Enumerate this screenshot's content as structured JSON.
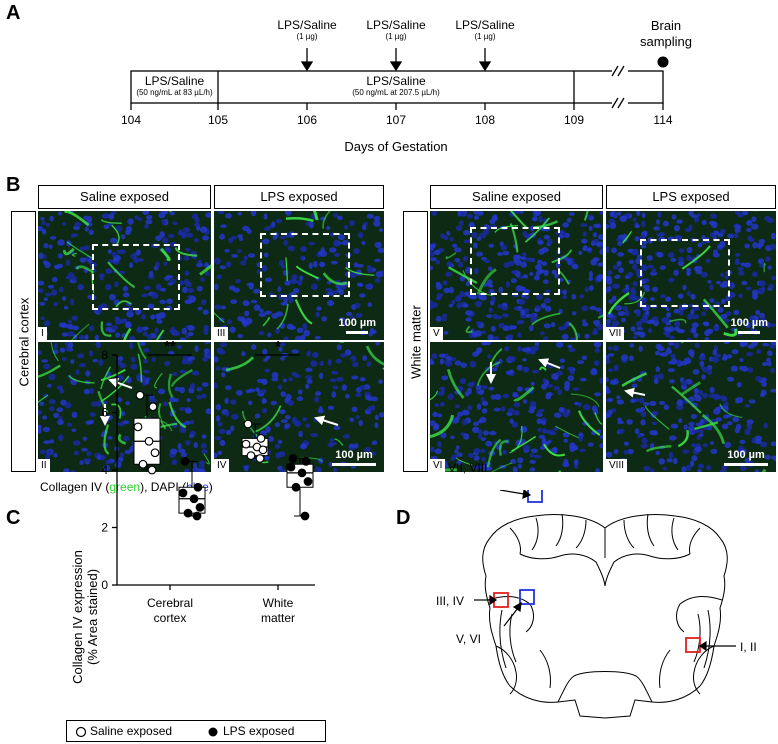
{
  "panel_a": {
    "label": "A",
    "injections": [
      {
        "label": "LPS/Saline",
        "dose": "(1 µg)"
      },
      {
        "label": "LPS/Saline",
        "dose": "(1 µg)"
      },
      {
        "label": "LPS/Saline",
        "dose": "(1 µg)"
      }
    ],
    "brain_label_1": "Brain",
    "brain_label_2": "sampling",
    "infusion_1": {
      "label": "LPS/Saline",
      "detail": "(50 ng/mL at 83 µL/h)"
    },
    "infusion_2": {
      "label": "LPS/Saline",
      "detail": "(50 ng/mL at 207.5 µL/h)"
    },
    "days": [
      "104",
      "105",
      "106",
      "107",
      "108",
      "109",
      "114"
    ],
    "axis_title": "Days of Gestation"
  },
  "panel_b": {
    "label": "B",
    "headers": [
      "Saline exposed",
      "LPS exposed",
      "Saline exposed",
      "LPS exposed"
    ],
    "region_cortex": "Cerebral cortex",
    "region_wm": "White matter",
    "panel_ids": [
      "I",
      "II",
      "III",
      "IV",
      "V",
      "VI",
      "VII",
      "VIII"
    ],
    "scale_text": "100 µm",
    "caption_pre": "Collagen IV (",
    "caption_green": "green",
    "caption_mid": "), DAPI (",
    "caption_blue": "blue",
    "caption_post": ")",
    "green_color": "#2bd12b",
    "blue_color": "#1f2bd8"
  },
  "panel_c": {
    "label": "C",
    "chart_data": {
      "type": "box",
      "ylabel_1": "Collagen IV expression",
      "ylabel_2": "(% Area stained)",
      "categories": [
        "Cerebral cortex",
        "White matter"
      ],
      "category_lines": [
        [
          "Cerebral",
          "cortex"
        ],
        [
          "White",
          "matter"
        ]
      ],
      "ylim": [
        0,
        8
      ],
      "yticks": [
        "0",
        "2",
        "4",
        "6",
        "8"
      ],
      "series": [
        {
          "name": "Saline exposed",
          "marker": "open-circle",
          "groups": [
            {
              "min": 4.0,
              "q1": 4.2,
              "median": 5.0,
              "q3": 5.8,
              "max": 6.6,
              "points": [
                6.6,
                6.2,
                5.5,
                5.0,
                4.6,
                4.2,
                4.0
              ]
            },
            {
              "min": 4.4,
              "q1": 4.5,
              "median": 4.8,
              "q3": 5.1,
              "max": 5.6,
              "points": [
                5.6,
                5.1,
                4.9,
                4.8,
                4.7,
                4.5,
                4.4
              ]
            }
          ]
        },
        {
          "name": "LPS exposed",
          "marker": "filled-circle",
          "groups": [
            {
              "min": 2.4,
              "q1": 2.5,
              "median": 3.0,
              "q3": 3.4,
              "max": 4.3,
              "points": [
                4.3,
                3.4,
                3.2,
                3.0,
                2.7,
                2.5,
                2.4
              ]
            },
            {
              "min": 2.4,
              "q1": 3.4,
              "median": 3.9,
              "q3": 4.2,
              "max": 4.4,
              "points": [
                4.4,
                4.3,
                4.1,
                3.9,
                3.6,
                3.4,
                2.4
              ]
            }
          ]
        }
      ],
      "significance": [
        "**",
        "*"
      ],
      "legend_position": "bottom"
    }
  },
  "panel_d": {
    "label": "D",
    "region_labels": [
      "VII, VIII",
      "III, IV",
      "V, VI",
      "I, II"
    ],
    "red_color": "#e02020",
    "blue_color": "#2233dd"
  }
}
